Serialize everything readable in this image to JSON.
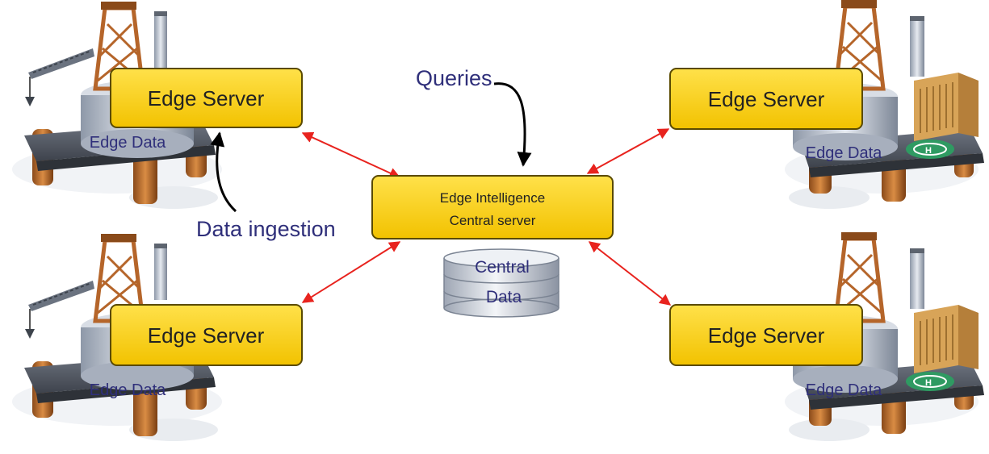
{
  "nodes": {
    "edge_server_label": "Edge Server",
    "edge_data_label": "Edge Data",
    "central_server_line1": "Edge Intelligence",
    "central_server_line2": "Central server",
    "central_data_line1": "Central",
    "central_data_line2": "Data"
  },
  "annotations": {
    "queries": "Queries",
    "data_ingestion": "Data ingestion"
  },
  "colors": {
    "server_box_fill": "#ffd400",
    "server_box_border": "#5a4a00",
    "link_arrow": "#e8231e",
    "annotation_text": "#2f2f7a",
    "curved_arrow": "#000000"
  },
  "icons": [
    "oil-rig-icon",
    "database-icon"
  ]
}
